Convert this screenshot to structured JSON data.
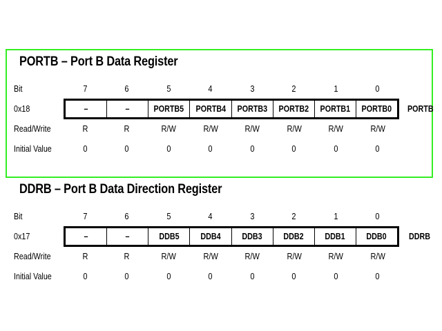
{
  "portb": {
    "title": "PORTB – Port B Data Register",
    "row_labels": {
      "bit": "Bit",
      "addr": "0x18",
      "rw": "Read/Write",
      "init": "Initial Value"
    },
    "bits": [
      "7",
      "6",
      "5",
      "4",
      "3",
      "2",
      "1",
      "0"
    ],
    "cells": [
      "–",
      "–",
      "PORTB5",
      "PORTB4",
      "PORTB3",
      "PORTB2",
      "PORTB1",
      "PORTB0"
    ],
    "access": [
      "R",
      "R",
      "R/W",
      "R/W",
      "R/W",
      "R/W",
      "R/W",
      "R/W"
    ],
    "initial": [
      "0",
      "0",
      "0",
      "0",
      "0",
      "0",
      "0",
      "0"
    ],
    "register_name": "PORTB",
    "highlighted": true,
    "highlight_color": "#33ee22"
  },
  "ddrb": {
    "title": "DDRB – Port B Data Direction Register",
    "row_labels": {
      "bit": "Bit",
      "addr": "0x17",
      "rw": "Read/Write",
      "init": "Initial Value"
    },
    "bits": [
      "7",
      "6",
      "5",
      "4",
      "3",
      "2",
      "1",
      "0"
    ],
    "cells": [
      "–",
      "–",
      "DDB5",
      "DDB4",
      "DDB3",
      "DDB2",
      "DDB1",
      "DDB0"
    ],
    "access": [
      "R",
      "R",
      "R/W",
      "R/W",
      "R/W",
      "R/W",
      "R/W",
      "R/W"
    ],
    "initial": [
      "0",
      "0",
      "0",
      "0",
      "0",
      "0",
      "0",
      "0"
    ],
    "register_name": "DDRB",
    "highlighted": false
  }
}
